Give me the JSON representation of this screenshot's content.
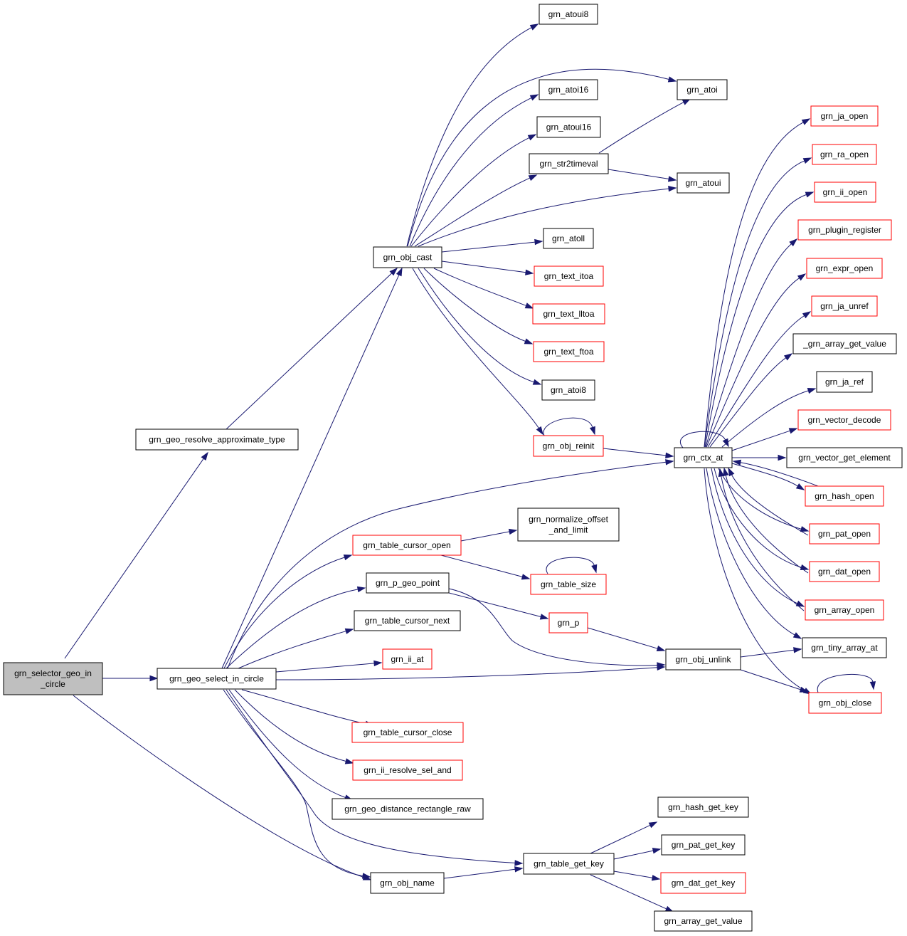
{
  "colors": {
    "edge": "#191970",
    "border_default": "#000000",
    "border_truncated": "#ff0000",
    "fill_root": "#bfbfbf",
    "fill_default": "#ffffff"
  },
  "nodes": [
    {
      "id": "root",
      "lines": [
        "grn_selector_geo_in",
        "_circle"
      ],
      "style": "root"
    },
    {
      "id": "resolve_approx",
      "lines": [
        "grn_geo_resolve_approximate_type"
      ],
      "style": "normal"
    },
    {
      "id": "select_in_circle",
      "lines": [
        "grn_geo_select_in_circle"
      ],
      "style": "normal"
    },
    {
      "id": "obj_cast",
      "lines": [
        "grn_obj_cast"
      ],
      "style": "normal"
    },
    {
      "id": "atoui8",
      "lines": [
        "grn_atoui8"
      ],
      "style": "normal"
    },
    {
      "id": "atoi",
      "lines": [
        "grn_atoi"
      ],
      "style": "normal"
    },
    {
      "id": "atoi16",
      "lines": [
        "grn_atoi16"
      ],
      "style": "normal"
    },
    {
      "id": "atoui16",
      "lines": [
        "grn_atoui16"
      ],
      "style": "normal"
    },
    {
      "id": "str2timeval",
      "lines": [
        "grn_str2timeval"
      ],
      "style": "normal"
    },
    {
      "id": "atoui",
      "lines": [
        "grn_atoui"
      ],
      "style": "normal"
    },
    {
      "id": "atoll",
      "lines": [
        "grn_atoll"
      ],
      "style": "normal"
    },
    {
      "id": "text_itoa",
      "lines": [
        "grn_text_itoa"
      ],
      "style": "truncated"
    },
    {
      "id": "text_lltoa",
      "lines": [
        "grn_text_lltoa"
      ],
      "style": "truncated"
    },
    {
      "id": "text_ftoa",
      "lines": [
        "grn_text_ftoa"
      ],
      "style": "truncated"
    },
    {
      "id": "atoi8",
      "lines": [
        "grn_atoi8"
      ],
      "style": "normal"
    },
    {
      "id": "obj_reinit",
      "lines": [
        "grn_obj_reinit"
      ],
      "style": "truncated"
    },
    {
      "id": "ctx_at",
      "lines": [
        "grn_ctx_at"
      ],
      "style": "normal"
    },
    {
      "id": "ja_open",
      "lines": [
        "grn_ja_open"
      ],
      "style": "truncated"
    },
    {
      "id": "ra_open",
      "lines": [
        "grn_ra_open"
      ],
      "style": "truncated"
    },
    {
      "id": "ii_open",
      "lines": [
        "grn_ii_open"
      ],
      "style": "truncated"
    },
    {
      "id": "plugin_register",
      "lines": [
        "grn_plugin_register"
      ],
      "style": "truncated"
    },
    {
      "id": "expr_open",
      "lines": [
        "grn_expr_open"
      ],
      "style": "truncated"
    },
    {
      "id": "ja_unref",
      "lines": [
        "grn_ja_unref"
      ],
      "style": "truncated"
    },
    {
      "id": "array_get_value_",
      "lines": [
        "_grn_array_get_value"
      ],
      "style": "normal"
    },
    {
      "id": "ja_ref",
      "lines": [
        "grn_ja_ref"
      ],
      "style": "normal"
    },
    {
      "id": "vector_decode",
      "lines": [
        "grn_vector_decode"
      ],
      "style": "truncated"
    },
    {
      "id": "vector_get_element",
      "lines": [
        "grn_vector_get_element"
      ],
      "style": "normal"
    },
    {
      "id": "hash_open",
      "lines": [
        "grn_hash_open"
      ],
      "style": "truncated"
    },
    {
      "id": "pat_open",
      "lines": [
        "grn_pat_open"
      ],
      "style": "truncated"
    },
    {
      "id": "dat_open",
      "lines": [
        "grn_dat_open"
      ],
      "style": "truncated"
    },
    {
      "id": "array_open",
      "lines": [
        "grn_array_open"
      ],
      "style": "truncated"
    },
    {
      "id": "tiny_array_at",
      "lines": [
        "grn_tiny_array_at"
      ],
      "style": "normal"
    },
    {
      "id": "obj_close",
      "lines": [
        "grn_obj_close"
      ],
      "style": "truncated"
    },
    {
      "id": "table_cursor_open",
      "lines": [
        "grn_table_cursor_open"
      ],
      "style": "truncated"
    },
    {
      "id": "normalize_offset",
      "lines": [
        "grn_normalize_offset",
        "_and_limit"
      ],
      "style": "normal"
    },
    {
      "id": "table_size",
      "lines": [
        "grn_table_size"
      ],
      "style": "truncated"
    },
    {
      "id": "p_geo_point",
      "lines": [
        "grn_p_geo_point"
      ],
      "style": "normal"
    },
    {
      "id": "grn_p",
      "lines": [
        "grn_p"
      ],
      "style": "truncated"
    },
    {
      "id": "table_cursor_next",
      "lines": [
        "grn_table_cursor_next"
      ],
      "style": "normal"
    },
    {
      "id": "ii_at",
      "lines": [
        "grn_ii_at"
      ],
      "style": "truncated"
    },
    {
      "id": "obj_unlink",
      "lines": [
        "grn_obj_unlink"
      ],
      "style": "normal"
    },
    {
      "id": "table_cursor_close",
      "lines": [
        "grn_table_cursor_close"
      ],
      "style": "truncated"
    },
    {
      "id": "ii_resolve_sel_and",
      "lines": [
        "grn_ii_resolve_sel_and"
      ],
      "style": "truncated"
    },
    {
      "id": "geo_distance_rect_raw",
      "lines": [
        "grn_geo_distance_rectangle_raw"
      ],
      "style": "normal"
    },
    {
      "id": "hash_get_key",
      "lines": [
        "grn_hash_get_key"
      ],
      "style": "normal"
    },
    {
      "id": "pat_get_key",
      "lines": [
        "grn_pat_get_key"
      ],
      "style": "normal"
    },
    {
      "id": "table_get_key",
      "lines": [
        "grn_table_get_key"
      ],
      "style": "normal"
    },
    {
      "id": "dat_get_key",
      "lines": [
        "grn_dat_get_key"
      ],
      "style": "truncated"
    },
    {
      "id": "obj_name",
      "lines": [
        "grn_obj_name"
      ],
      "style": "normal"
    },
    {
      "id": "array_get_value",
      "lines": [
        "grn_array_get_value"
      ],
      "style": "normal"
    }
  ],
  "edges": [
    {
      "from": "root",
      "to": "resolve_approx"
    },
    {
      "from": "root",
      "to": "select_in_circle"
    },
    {
      "from": "root",
      "to": "obj_name"
    },
    {
      "from": "resolve_approx",
      "to": "obj_cast"
    },
    {
      "from": "obj_cast",
      "to": "atoui8"
    },
    {
      "from": "obj_cast",
      "to": "atoi"
    },
    {
      "from": "obj_cast",
      "to": "atoi16"
    },
    {
      "from": "obj_cast",
      "to": "atoui16"
    },
    {
      "from": "obj_cast",
      "to": "str2timeval"
    },
    {
      "from": "obj_cast",
      "to": "atoui"
    },
    {
      "from": "obj_cast",
      "to": "atoll"
    },
    {
      "from": "obj_cast",
      "to": "text_itoa"
    },
    {
      "from": "obj_cast",
      "to": "text_lltoa"
    },
    {
      "from": "obj_cast",
      "to": "text_ftoa"
    },
    {
      "from": "obj_cast",
      "to": "atoi8"
    },
    {
      "from": "obj_cast",
      "to": "obj_reinit"
    },
    {
      "from": "str2timeval",
      "to": "atoi"
    },
    {
      "from": "str2timeval",
      "to": "atoui"
    },
    {
      "from": "obj_reinit",
      "to": "obj_reinit"
    },
    {
      "from": "obj_reinit",
      "to": "ctx_at"
    },
    {
      "from": "ctx_at",
      "to": "ctx_at"
    },
    {
      "from": "ctx_at",
      "to": "ja_open"
    },
    {
      "from": "ctx_at",
      "to": "ra_open"
    },
    {
      "from": "ctx_at",
      "to": "ii_open"
    },
    {
      "from": "ctx_at",
      "to": "plugin_register"
    },
    {
      "from": "ctx_at",
      "to": "expr_open"
    },
    {
      "from": "ctx_at",
      "to": "ja_unref"
    },
    {
      "from": "ctx_at",
      "to": "array_get_value_"
    },
    {
      "from": "ctx_at",
      "to": "ja_ref"
    },
    {
      "from": "ctx_at",
      "to": "vector_decode"
    },
    {
      "from": "ctx_at",
      "to": "vector_get_element"
    },
    {
      "from": "ctx_at",
      "to": "hash_open"
    },
    {
      "from": "ctx_at",
      "to": "pat_open"
    },
    {
      "from": "ctx_at",
      "to": "dat_open"
    },
    {
      "from": "ctx_at",
      "to": "array_open"
    },
    {
      "from": "ctx_at",
      "to": "tiny_array_at"
    },
    {
      "from": "ctx_at",
      "to": "obj_close"
    },
    {
      "from": "hash_open",
      "to": "ctx_at"
    },
    {
      "from": "pat_open",
      "to": "ctx_at"
    },
    {
      "from": "dat_open",
      "to": "ctx_at"
    },
    {
      "from": "array_open",
      "to": "ctx_at"
    },
    {
      "from": "select_in_circle",
      "to": "obj_cast"
    },
    {
      "from": "select_in_circle",
      "to": "ctx_at"
    },
    {
      "from": "select_in_circle",
      "to": "table_cursor_open"
    },
    {
      "from": "select_in_circle",
      "to": "p_geo_point"
    },
    {
      "from": "select_in_circle",
      "to": "table_cursor_next"
    },
    {
      "from": "select_in_circle",
      "to": "ii_at"
    },
    {
      "from": "select_in_circle",
      "to": "obj_unlink"
    },
    {
      "from": "select_in_circle",
      "to": "table_cursor_close"
    },
    {
      "from": "select_in_circle",
      "to": "ii_resolve_sel_and"
    },
    {
      "from": "select_in_circle",
      "to": "geo_distance_rect_raw"
    },
    {
      "from": "select_in_circle",
      "to": "table_get_key"
    },
    {
      "from": "select_in_circle",
      "to": "obj_name"
    },
    {
      "from": "table_cursor_open",
      "to": "normalize_offset"
    },
    {
      "from": "table_cursor_open",
      "to": "table_size"
    },
    {
      "from": "table_size",
      "to": "table_size"
    },
    {
      "from": "p_geo_point",
      "to": "grn_p"
    },
    {
      "from": "p_geo_point",
      "to": "obj_unlink"
    },
    {
      "from": "grn_p",
      "to": "obj_unlink"
    },
    {
      "from": "obj_unlink",
      "to": "tiny_array_at"
    },
    {
      "from": "obj_unlink",
      "to": "obj_close"
    },
    {
      "from": "obj_close",
      "to": "obj_close"
    },
    {
      "from": "obj_name",
      "to": "table_get_key"
    },
    {
      "from": "table_get_key",
      "to": "hash_get_key"
    },
    {
      "from": "table_get_key",
      "to": "pat_get_key"
    },
    {
      "from": "table_get_key",
      "to": "dat_get_key"
    },
    {
      "from": "table_get_key",
      "to": "array_get_value"
    }
  ]
}
